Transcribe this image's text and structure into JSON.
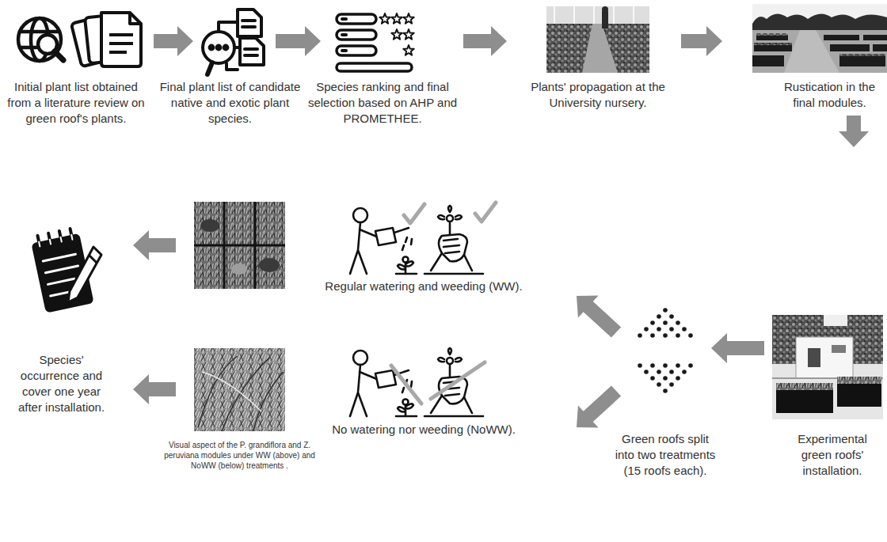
{
  "diagram": {
    "nodes": [
      {
        "text": [
          "Initial plant list obtained from a literature review on green roof's plants."
        ]
      },
      {
        "text": [
          "Final plant list of candidate native and exotic plant species."
        ]
      },
      {
        "text": [
          "Species ranking and final selection based on AHP and PROMETHEE."
        ]
      },
      {
        "text": [
          "Plants' propagation at the University nursery."
        ]
      },
      {
        "text": [
          "Rustication in the final modules."
        ]
      },
      {
        "text": [
          "Experimental green roofs' installation."
        ]
      },
      {
        "text": [
          "Green roofs split into two treatments (15 roofs each)."
        ]
      },
      {
        "text": [
          "Regular watering and weeding (WW)."
        ]
      },
      {
        "text": [
          "No watering nor weeding (NoWW)."
        ]
      },
      {
        "text": [
          "Species' occurrence and cover one year after installation."
        ]
      }
    ],
    "edges": [
      {
        "from": 0,
        "to": 1,
        "arrow": "to"
      },
      {
        "from": 1,
        "to": 2,
        "arrow": "to"
      },
      {
        "from": 2,
        "to": 3,
        "arrow": "to"
      },
      {
        "from": 3,
        "to": 4,
        "arrow": "to"
      },
      {
        "from": 4,
        "to": 5,
        "arrow": "to"
      },
      {
        "from": 5,
        "to": 6,
        "arrow": "to"
      },
      {
        "from": 6,
        "to": 7,
        "arrow": "to"
      },
      {
        "from": 6,
        "to": 8,
        "arrow": "to"
      },
      {
        "from": 7,
        "to": 9,
        "arrow": "to"
      },
      {
        "from": 8,
        "to": 9,
        "arrow": "to"
      }
    ],
    "labels": [
      "Visual aspect of the P. grandiflora and Z. peruviana modules under WW (above) and NoWW (below) treatments ."
    ]
  }
}
